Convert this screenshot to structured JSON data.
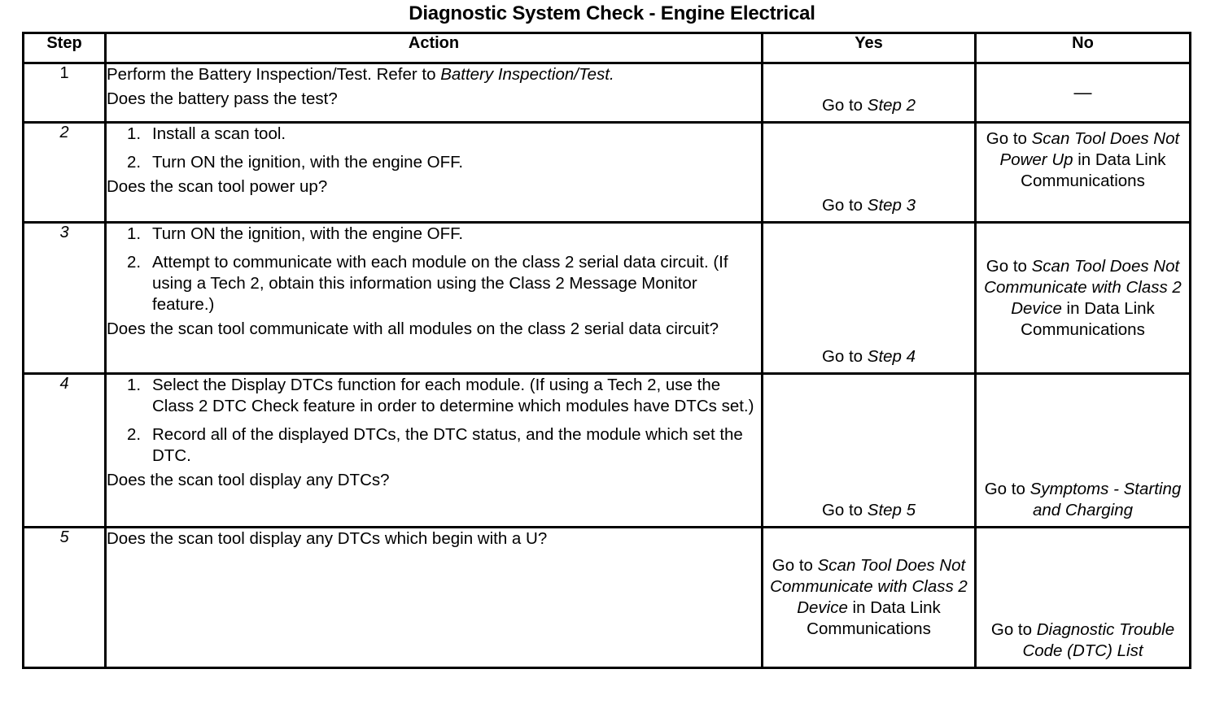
{
  "document": {
    "title": "Diagnostic System Check - Engine Electrical"
  },
  "table": {
    "headers": {
      "step": "Step",
      "action": "Action",
      "yes": "Yes",
      "no": "No"
    },
    "rows": [
      {
        "step": "1",
        "action": {
          "lead": "",
          "items": [],
          "intro_line": "Perform the Battery Inspection/Test. Refer to ",
          "intro_italic": "Battery Inspection/Test.",
          "question": "Does the battery pass the test?"
        },
        "yes": {
          "prefix": "Go to ",
          "italic": "Step 2",
          "suffix": ""
        },
        "no": {
          "dash": "—"
        }
      },
      {
        "step": "2",
        "action": {
          "items": [
            "Install a scan tool.",
            "Turn ON the ignition, with the engine OFF."
          ],
          "question": "Does the scan tool power up?"
        },
        "yes": {
          "prefix": "Go to ",
          "italic": "Step 3",
          "suffix": ""
        },
        "no": {
          "prefix": "Go to ",
          "italic": "Scan Tool Does Not Power Up",
          "suffix": " in Data Link Communications"
        }
      },
      {
        "step": "3",
        "action": {
          "items": [
            "Turn ON the ignition, with the engine OFF.",
            "Attempt to communicate with each module on the class 2 serial data circuit. (If using a Tech 2, obtain this information using the Class 2 Message Monitor feature.)"
          ],
          "question": "Does the scan tool communicate with all modules on the class 2 serial data circuit?"
        },
        "yes": {
          "prefix": "Go to ",
          "italic": "Step 4",
          "suffix": ""
        },
        "no": {
          "prefix": "Go to ",
          "italic": "Scan Tool Does Not Communicate with Class 2 Device",
          "suffix": " in Data Link Communications"
        }
      },
      {
        "step": "4",
        "action": {
          "items": [
            "Select the Display DTCs function for each module. (If using a Tech 2, use the Class 2 DTC Check feature in order to determine which modules have DTCs set.)",
            "Record all of the displayed DTCs, the DTC status, and the module which set the DTC."
          ],
          "question": "Does the scan tool display any DTCs?"
        },
        "yes": {
          "prefix": "Go to ",
          "italic": "Step 5",
          "suffix": ""
        },
        "no": {
          "prefix": "Go to ",
          "italic": "Symptoms - Starting and Charging",
          "suffix": ""
        }
      },
      {
        "step": "5",
        "action": {
          "items": [],
          "question": "Does the scan tool display any DTCs which begin with a U?"
        },
        "yes": {
          "prefix": "Go to ",
          "italic": "Scan Tool Does Not Communicate with Class 2 Device",
          "suffix": " in Data Link Communications"
        },
        "no": {
          "prefix": "Go to ",
          "italic": "Diagnostic Trouble Code (DTC) List",
          "suffix": ""
        }
      }
    ]
  },
  "colors": {
    "ink": "#000000",
    "paper": "#ffffff"
  }
}
